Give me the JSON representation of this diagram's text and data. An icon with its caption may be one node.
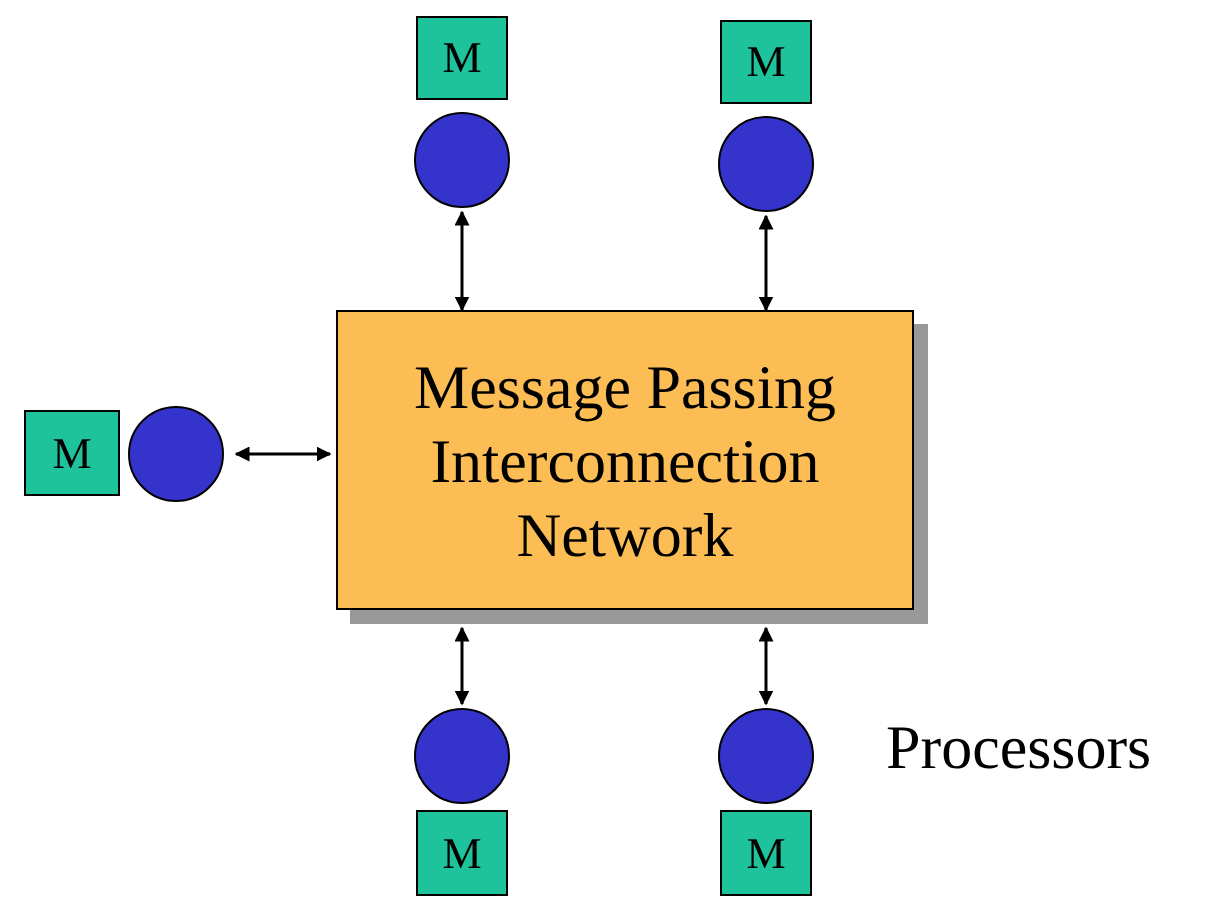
{
  "diagram": {
    "nodes": [
      {
        "text": [
          "M"
        ]
      },
      {
        "text": [
          "M"
        ]
      },
      {
        "text": [],
        "shape": "circle"
      },
      {
        "text": [],
        "shape": "circle"
      },
      {
        "text": [
          "M"
        ]
      },
      {
        "text": [],
        "shape": "circle"
      },
      {
        "text": [
          "Message Passing Interconnection Network"
        ]
      },
      {
        "text": [],
        "shape": "circle"
      },
      {
        "text": [],
        "shape": "circle"
      },
      {
        "text": [
          "M"
        ]
      },
      {
        "text": [
          "M"
        ]
      }
    ],
    "edges": [
      {
        "from": 2,
        "to": 6,
        "arrow": "both"
      },
      {
        "from": 3,
        "to": 6,
        "arrow": "both"
      },
      {
        "from": 5,
        "to": 6,
        "arrow": "both"
      },
      {
        "from": 7,
        "to": 6,
        "arrow": "both"
      },
      {
        "from": 8,
        "to": 6,
        "arrow": "both"
      }
    ],
    "labels": [
      "Processors"
    ]
  }
}
